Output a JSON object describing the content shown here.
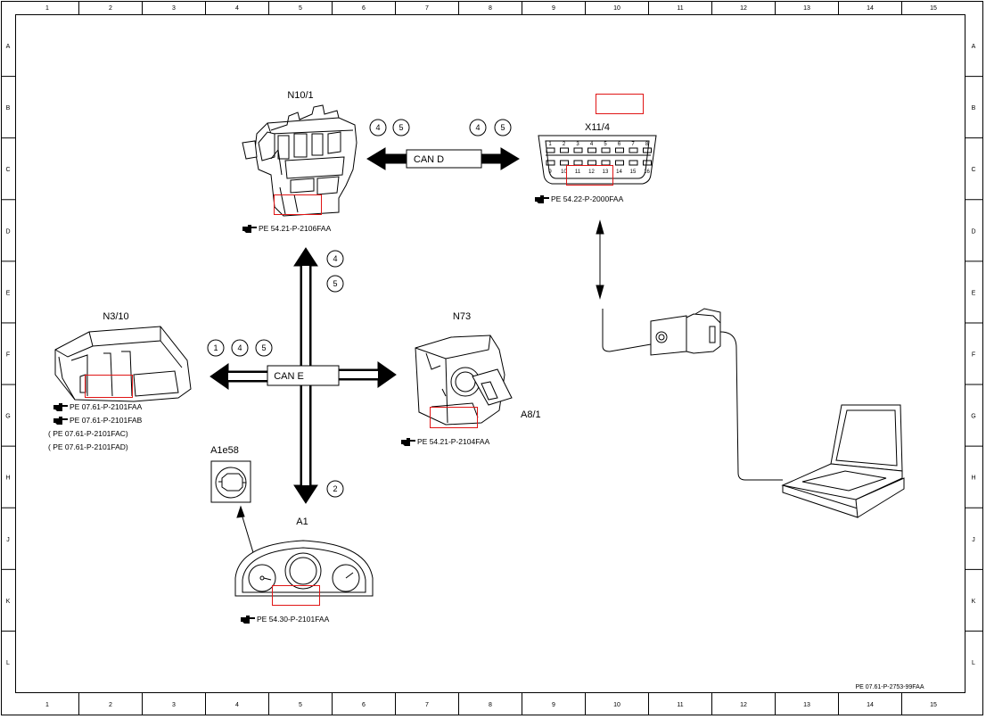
{
  "sheet": {
    "columns": [
      "1",
      "2",
      "3",
      "4",
      "5",
      "6",
      "7",
      "8",
      "9",
      "10",
      "11",
      "12",
      "13",
      "14",
      "15"
    ],
    "rows": [
      "A",
      "B",
      "C",
      "D",
      "E",
      "F",
      "G",
      "H",
      "J",
      "K",
      "L"
    ],
    "document_id": "PE 07.61-P-2753-99FAA"
  },
  "components": {
    "n10_1": {
      "label": "N10/1",
      "ref": "PE 54.21-P-2106FAA"
    },
    "x11_4": {
      "label": "X11/4",
      "ref": "PE 54.22-P-2000FAA",
      "pins_top": [
        "1",
        "2",
        "3",
        "4",
        "5",
        "6",
        "7",
        "8"
      ],
      "pins_bottom": [
        "9",
        "10",
        "11",
        "12",
        "13",
        "14",
        "15",
        "16"
      ]
    },
    "n3_10": {
      "label": "N3/10",
      "refs": [
        "PE 07.61-P-2101FAA",
        "PE 07.61-P-2101FAB",
        "( PE 07.61-P-2101FAC)",
        "( PE 07.61-P-2101FAD)"
      ]
    },
    "n73": {
      "label": "N73",
      "label2": "A8/1",
      "ref": "PE 54.21-P-2104FAA"
    },
    "a1e58": {
      "label": "A1e58"
    },
    "a1": {
      "label": "A1",
      "ref": "PE 54.30-P-2101FAA"
    }
  },
  "buses": {
    "can_d": {
      "label": "CAN D",
      "markers_left": [
        "4",
        "5"
      ],
      "markers_right": [
        "4",
        "5"
      ]
    },
    "can_e": {
      "label": "CAN E",
      "markers_left": [
        "1",
        "4",
        "5"
      ],
      "markers_up": [
        "4",
        "5"
      ],
      "markers_down": [
        "2"
      ]
    }
  },
  "colors": {
    "line": "#000000",
    "highlight": "#e01515"
  }
}
